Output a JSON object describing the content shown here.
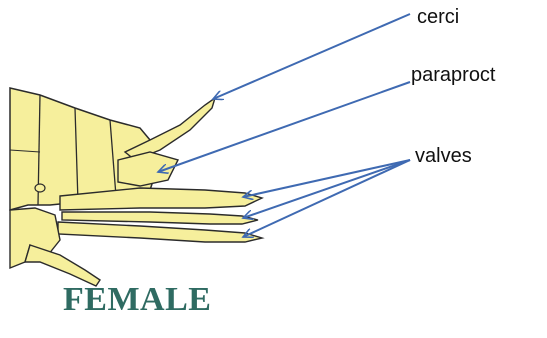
{
  "labels": {
    "cerci": "cerci",
    "paraproct": "paraproct",
    "valves": "valves"
  },
  "caption": "FEMALE",
  "colors": {
    "body_fill": "#f6ef9c",
    "outline": "#2b2b2b",
    "arrow": "#3f6ab2",
    "caption": "#2f6b62"
  }
}
